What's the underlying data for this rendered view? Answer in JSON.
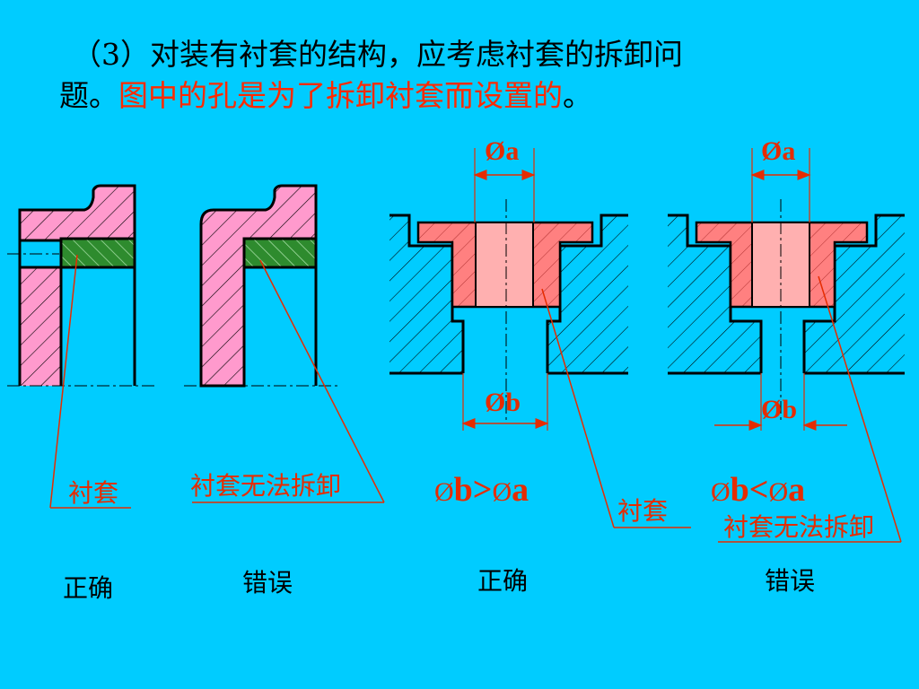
{
  "heading": {
    "line1": "（3）对装有衬套的结构，应考虑衬套的拆卸问",
    "line2_black": "题。",
    "line2_red": "图中的孔是为了拆卸衬套而设置的",
    "line2_end": "。"
  },
  "labels": {
    "bushing": "衬套",
    "cannot_remove": "衬套无法拆卸",
    "correct": "正确",
    "wrong": "错误"
  },
  "dims": {
    "a": "Øa",
    "b": "Øb"
  },
  "formulas": {
    "greater": {
      "phi1": "Ø",
      "b": "b>",
      "phi2": "Ø",
      "a": "a"
    },
    "less": {
      "phi1": "Ø",
      "b": "b<",
      "phi2": "Ø",
      "a": "a"
    }
  },
  "colors": {
    "background": "#00CCFF",
    "red_text": "#E62C00",
    "pink_part": "#FF9ACD",
    "bushing_green": "#2E8B2E",
    "salmon_part": "#FF8080",
    "bore_light": "#FFB0B0"
  }
}
